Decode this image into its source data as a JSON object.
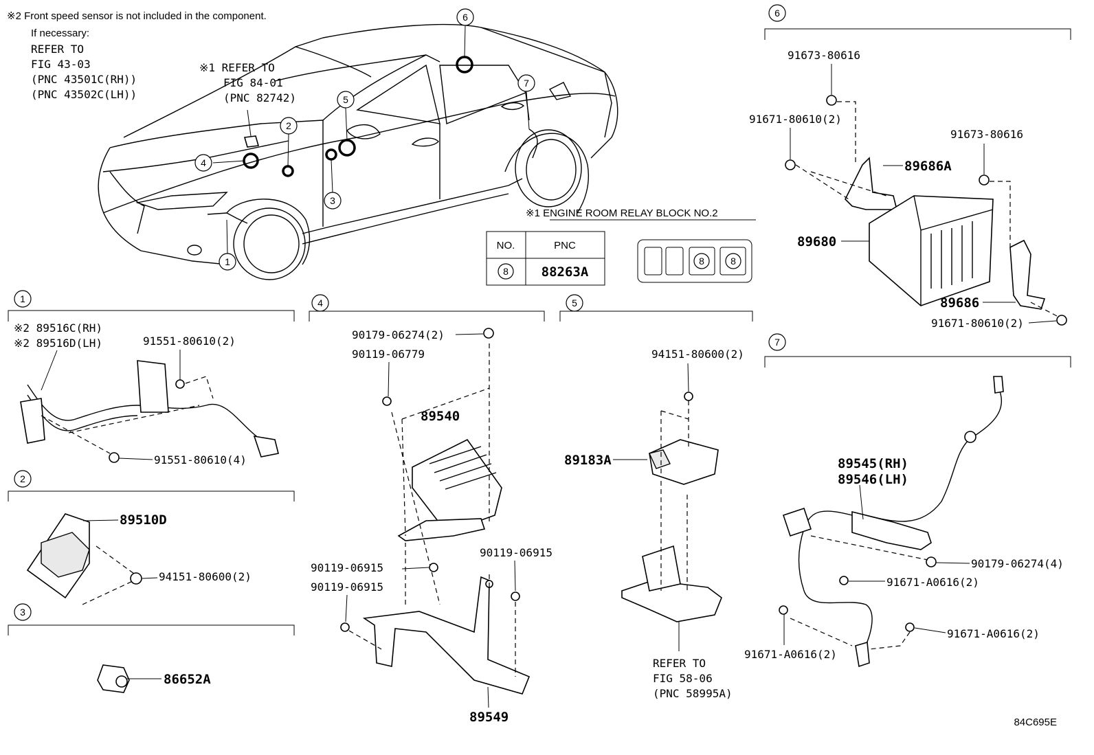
{
  "notes": {
    "note2_line1": "※2 Front speed sensor is not included in the component.",
    "note2_line2": "If necessary:",
    "note2_line3": "REFER TO",
    "note2_line4": "FIG 43-03",
    "note2_line5": "(PNC 43501C(RH))",
    "note2_line6": "(PNC 43502C(LH))",
    "note1_line1": "※1 REFER TO",
    "note1_line2": "FIG 84-01",
    "note1_line3": "(PNC 82742)"
  },
  "callouts": [
    "1",
    "2",
    "3",
    "4",
    "5",
    "6",
    "7",
    "8"
  ],
  "relay_block": {
    "title": "※1  ENGINE ROOM RELAY BLOCK NO.2",
    "table_header_no": "NO.",
    "table_header_pnc": "PNC",
    "table_no": "8",
    "table_pnc": "88263A",
    "slot_a": "8",
    "slot_b": "8"
  },
  "section1": {
    "part_rh": "※2 89516C(RH)",
    "part_lh": "※2 89516D(LH)",
    "bolt_a": "91551-80610(2)",
    "bolt_b": "91551-80610(4)"
  },
  "section2": {
    "part": "89510D",
    "nut": "94151-80600(2)"
  },
  "section3": {
    "part": "86652A"
  },
  "section4": {
    "nut_top": "90179-06274(2)",
    "bolt_top": "90119-06779",
    "ecu": "89540",
    "bolt_mid": "90119-06915",
    "bolt_right": "90119-06915",
    "bolt_left": "90119-06915",
    "bracket": "89549"
  },
  "section5": {
    "nut": "94151-80600(2)",
    "sensor": "89183A",
    "refer_line1": "REFER TO",
    "refer_line2": "FIG 58-06",
    "refer_line3": "(PNC 58995A)"
  },
  "section6": {
    "bolt_a": "91673-80616",
    "bolt_b": "91671-80610(2)",
    "bracket_a": "89686A",
    "bolt_c": "91673-80616",
    "ecu": "89680",
    "bracket_b": "89686",
    "bolt_d": "91671-80610(2)"
  },
  "section7": {
    "sensor_rh": "89545(RH)",
    "sensor_lh": "89546(LH)",
    "nut": "90179-06274(4)",
    "bolt_a": "91671-A0616(2)",
    "bolt_b": "91671-A0616(2)",
    "bolt_c": "91671-A0616(2)"
  },
  "figure_code": "84C695E"
}
